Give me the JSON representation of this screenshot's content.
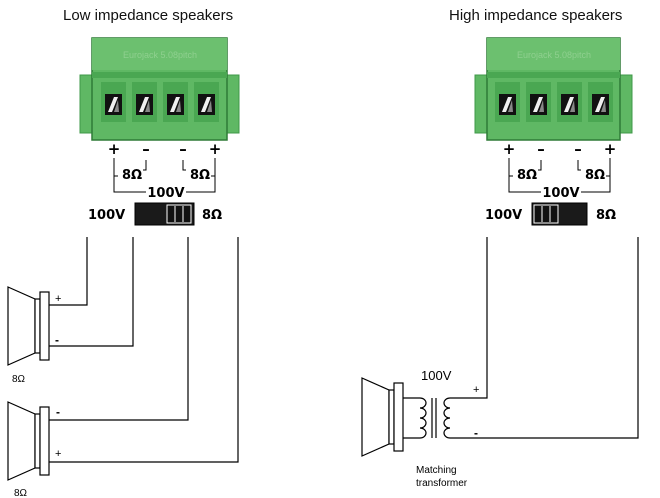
{
  "left": {
    "title": "Low impedance speakers",
    "connector_label": "Eurojack 5.08pitch",
    "pin_signs": [
      "+",
      "–",
      "–",
      "+"
    ],
    "ohm_label_a": "8Ω",
    "ohm_label_b": "8Ω",
    "volt_label": "100V",
    "switch_left": "100V",
    "switch_right": "8Ω",
    "switch_position": "8Ω",
    "speaker1_plus": "+",
    "speaker1_minus": "-",
    "speaker1_ohm": "8Ω",
    "speaker2_plus": "+",
    "speaker2_minus": "-",
    "speaker2_ohm": "8Ω"
  },
  "right": {
    "title": "High impedance speakers",
    "connector_label": "Eurojack 5.08pitch",
    "pin_signs": [
      "+",
      "–",
      "–",
      "+"
    ],
    "ohm_label_a": "8Ω",
    "ohm_label_b": "8Ω",
    "volt_label": "100V",
    "switch_left": "100V",
    "switch_right": "8Ω",
    "switch_position": "100V",
    "transformer_volt": "100V",
    "transformer_plus": "+",
    "transformer_minus": "-",
    "transformer_caption_1": "Matching",
    "transformer_caption_2": "transformer"
  },
  "colors": {
    "connector_green": "#5fb864",
    "connector_dark": "#3f9848",
    "connector_light": "#8fd08f",
    "terminal_black": "#111111",
    "wire": "#000000"
  }
}
